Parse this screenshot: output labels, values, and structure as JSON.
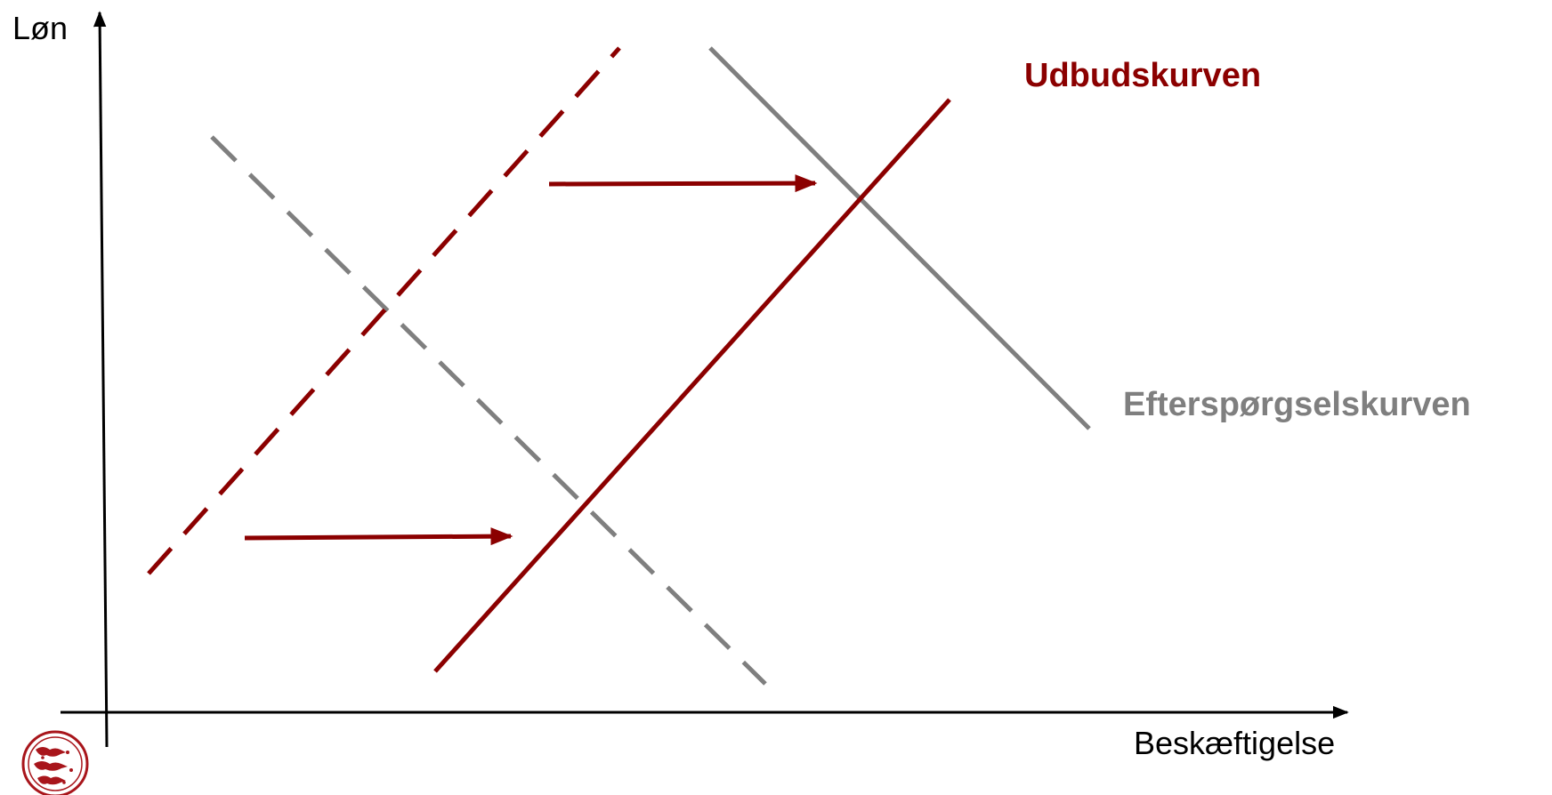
{
  "axes": {
    "y_label": "Løn",
    "x_label": "Beskæftigelse"
  },
  "curves": {
    "supply_label": "Udbudskurven",
    "demand_label": "Efterspørgselskurven"
  },
  "colors": {
    "supply": "#8b0000",
    "demand": "#7f7f7f",
    "axis": "#000000"
  },
  "shift": {
    "supply": "right",
    "demand": "right"
  },
  "logo": {
    "icon": "lion-seal-icon"
  }
}
